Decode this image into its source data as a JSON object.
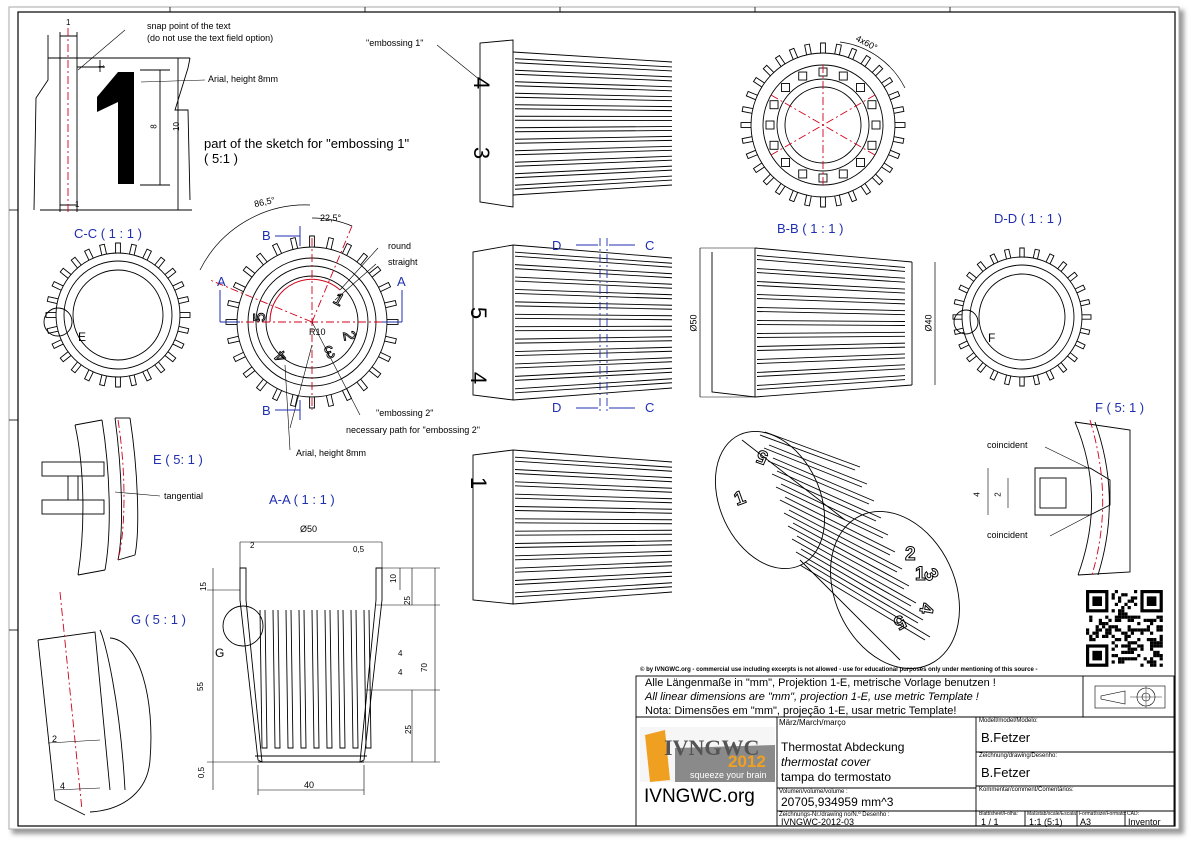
{
  "annotations": {
    "snap_point": "snap point of the text",
    "snap_point_note": "(do not use the text field option)",
    "arial_8mm": "Arial, height 8mm",
    "sketch_part": "part of the sketch for \"embossing 1\"",
    "sketch_scale": "( 5:1 )",
    "embossing1": "\"embossing 1\"",
    "round": "round",
    "straight": "straight",
    "embossing2": "\"embossing 2\"",
    "necessary_path": "necessary path for \"embossing 2\"",
    "arial_8mm_2": "Arial, height 8mm",
    "tangential": "tangential",
    "coincident_top": "coincident",
    "coincident_bottom": "coincident",
    "big_digit": "1"
  },
  "view_labels": {
    "cc": "C-C ( 1 : 1 )",
    "aa": "A-A ( 1 : 1 )",
    "bb": "B-B ( 1 : 1 )",
    "dd": "D-D ( 1 : 1 )",
    "e": "E ( 5: 1 )",
    "f": "F ( 5: 1 )",
    "g": "G ( 5 : 1 )",
    "detail_e": "E",
    "detail_f": "F",
    "detail_g": "G"
  },
  "section_marks": {
    "a": "A",
    "b": "B",
    "c": "C",
    "d": "D"
  },
  "dimensions": {
    "d1_top": "1",
    "d1_bottom": "1",
    "d1_small": "1",
    "d8": "8",
    "d10": "10",
    "angle_865": "86,5°",
    "angle_225": "22,5°",
    "r10": "R10",
    "angle_4x60": "4x60°",
    "dia50_bb": "Ø50",
    "dia40_bb": "Ø40",
    "dia50_aa": "Ø50",
    "aa_2": "2",
    "aa_05_top": "0,5",
    "aa_15": "15",
    "aa_10": "10",
    "aa_25_top": "25",
    "aa_4_a": "4",
    "aa_4_b": "4",
    "aa_70": "70",
    "aa_55": "55",
    "aa_25_bot": "25",
    "aa_05_bot": "0,5",
    "aa_40": "40",
    "f_4": "4",
    "f_2": "2",
    "g_2": "2",
    "g_4": "4"
  },
  "copyright": "© by IVNGWC.org - commercial use including excerpts is not allowed - use for educational purposes only under mentioning of this source -",
  "notes": {
    "de": "Alle Längenmaße in \"mm\", Projektion 1-E, metrische Vorlage benutzen !",
    "en": "All linear dimensions are \"mm\", projection 1-E, use metric Template !",
    "pt": "Nota: Dimensões em \"mm\", projeção 1-E, usar metric Template!"
  },
  "title_block": {
    "date_label": "März/March/março",
    "title_de": "Thermostat Abdeckung",
    "title_en": "thermostat cover",
    "title_pt": "tampa do termostato",
    "model_label": "Modell/model/Modelo:",
    "model_value": "B.Fetzer",
    "drawing_label": "Zeichnung/drawing/Desenho:",
    "drawing_value": "B.Fetzer",
    "comment_label": "Kommentar/comment/Comentários:",
    "volume_label": "Volumen/volume/volume :",
    "volume_value": "20705,934959 mm^3",
    "drawing_no_label": "Zeichnungs-Nr./drawing no/N.º Desenho :",
    "drawing_no_value": "IVNGWC-2012-03",
    "sheet_label": "Blatt/sheet/Folha:",
    "sheet_value": "1  /  1",
    "scale_label": "Maßstab/scale/Escala:",
    "scale_value": "1:1 (5:1)",
    "format_label": "Format/size/Formato:",
    "format_value": "A3",
    "cad_label": "CAD:",
    "cad_value": "Inventor",
    "logo_ivngwc": "IVNGWC",
    "logo_year": "2012",
    "logo_slogan": "squeeze your brain",
    "logo_org": "IVNGWC.org"
  },
  "colors": {
    "line": "#000000",
    "center": "#d0021b",
    "section": "#1f2fb0",
    "logo_orange": "#f0a020",
    "logo_gray": "#8a8a8a"
  }
}
